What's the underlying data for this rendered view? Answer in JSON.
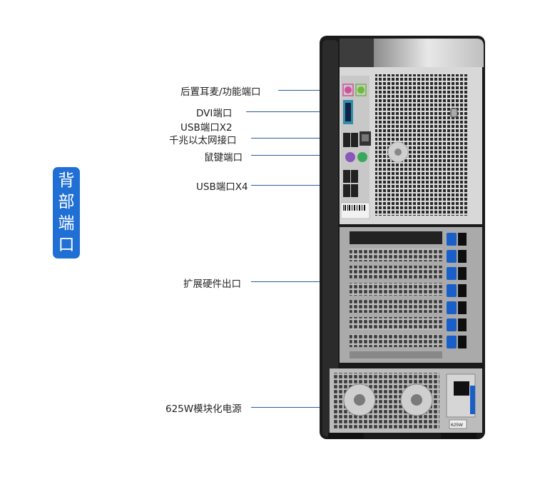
{
  "badge": {
    "chars": [
      "背",
      "部",
      "端",
      "口"
    ]
  },
  "callouts": [
    {
      "label": "后置耳麦/功能端口"
    },
    {
      "label": "DVI端口"
    },
    {
      "label": "USB端口X2"
    },
    {
      "label": "千兆以太网接口"
    },
    {
      "label": "鼠键端口"
    },
    {
      "label": "USB端口X4"
    },
    {
      "label": "扩展硬件出口"
    },
    {
      "label": "625W模块化电源"
    }
  ],
  "psu_label": "625W",
  "colors": {
    "badge_bg": "#1f6fd4",
    "leader_line": "#2a5c9a",
    "expansion_clip": "#1a5fc8",
    "audio_pink": "#d44ea0",
    "audio_green": "#6dbb3a"
  },
  "icons": [
    "desktop-tower-rear"
  ]
}
